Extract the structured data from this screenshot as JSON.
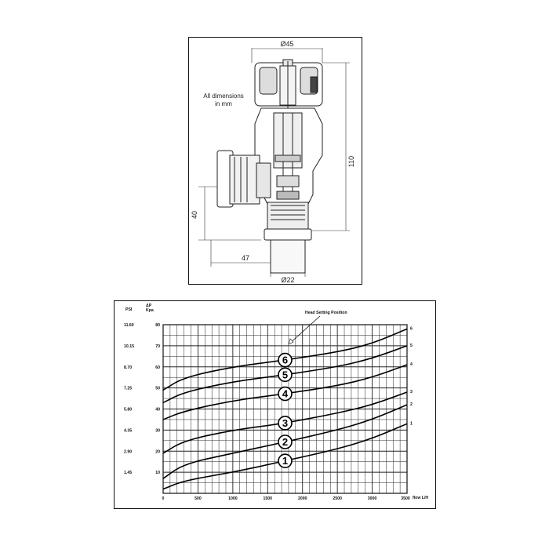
{
  "drawing": {
    "note_line1": "All dimensions",
    "note_line2": "in mm",
    "dim_top": "Ø45",
    "dim_height": "110",
    "dim_side": "40",
    "dim_width": "47",
    "dim_bottom": "Ø22"
  },
  "chart": {
    "label_psi": "PSI",
    "label_dp": "ΔP",
    "label_kpa": "Kpa",
    "label_flow": "flow L/H",
    "label_head": "Head Setting Position",
    "psi_ticks": [
      "11.60",
      "10.15",
      "8.70",
      "7.25",
      "5.80",
      "4.35",
      "2.90",
      "1.45"
    ],
    "kpa_ticks": [
      "80",
      "70",
      "60",
      "50",
      "40",
      "30",
      "20",
      "10"
    ],
    "x_ticks": [
      "0",
      "500",
      "1000",
      "1500",
      "2000",
      "2500",
      "3000",
      "3500"
    ],
    "circle_labels": [
      "6",
      "5",
      "4",
      "3",
      "2",
      "1"
    ],
    "end_labels": [
      "6",
      "5",
      "4",
      "3",
      "2",
      "1"
    ]
  },
  "chart_data": {
    "type": "line",
    "xlabel": "flow L/H",
    "ylabel": "ΔP Kpa",
    "xlim": [
      0,
      3500
    ],
    "ylim": [
      0,
      80
    ],
    "grid": true,
    "annotation": "Head Setting Position",
    "series": [
      {
        "name": "1",
        "x": [
          0,
          300,
          1000,
          1700,
          2500,
          3000,
          3500
        ],
        "y": [
          2,
          6,
          10,
          15,
          21,
          26,
          33
        ]
      },
      {
        "name": "2",
        "x": [
          0,
          300,
          1000,
          1700,
          2500,
          3000,
          3500
        ],
        "y": [
          7,
          14,
          19,
          24,
          30,
          35,
          42
        ]
      },
      {
        "name": "3",
        "x": [
          0,
          300,
          1000,
          1700,
          2500,
          3000,
          3500
        ],
        "y": [
          19,
          25,
          30,
          33,
          38,
          42,
          48
        ]
      },
      {
        "name": "4",
        "x": [
          0,
          300,
          1000,
          1700,
          2500,
          3000,
          3500
        ],
        "y": [
          35,
          39,
          44,
          47,
          51,
          55,
          61
        ]
      },
      {
        "name": "5",
        "x": [
          0,
          300,
          1000,
          1700,
          2500,
          3000,
          3500
        ],
        "y": [
          43,
          48,
          53,
          56,
          60,
          64,
          70
        ]
      },
      {
        "name": "6",
        "x": [
          0,
          300,
          1000,
          1700,
          2500,
          3000,
          3500
        ],
        "y": [
          49,
          55,
          60,
          63,
          67,
          71,
          78
        ]
      }
    ]
  }
}
